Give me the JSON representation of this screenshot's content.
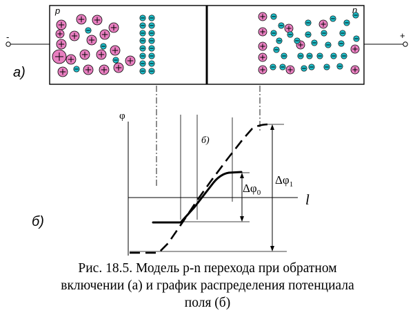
{
  "scheme": {
    "part_label": "а)",
    "p_region_label": "p",
    "n_region_label": "n",
    "left_terminal_sign": "-",
    "right_terminal_sign": "+"
  },
  "graph": {
    "part_label": "б)",
    "axis_y_label": "φ",
    "axis_x_label": "l",
    "curve_b_label": "б)",
    "delta_phi_0": {
      "symbol": "Δφ",
      "sub": "0"
    },
    "delta_phi_1": {
      "symbol": "Δφ",
      "sub": "1"
    }
  },
  "caption": {
    "line1": "Рис. 18.5. Модель p-n перехода при обратном",
    "line2": "включении (а) и график распределения потенциала",
    "line3": "поля (б)"
  },
  "colors": {
    "hole_fill": "#e87fc0",
    "electron_fill": "#1fbcc8",
    "ink": "#000000"
  }
}
